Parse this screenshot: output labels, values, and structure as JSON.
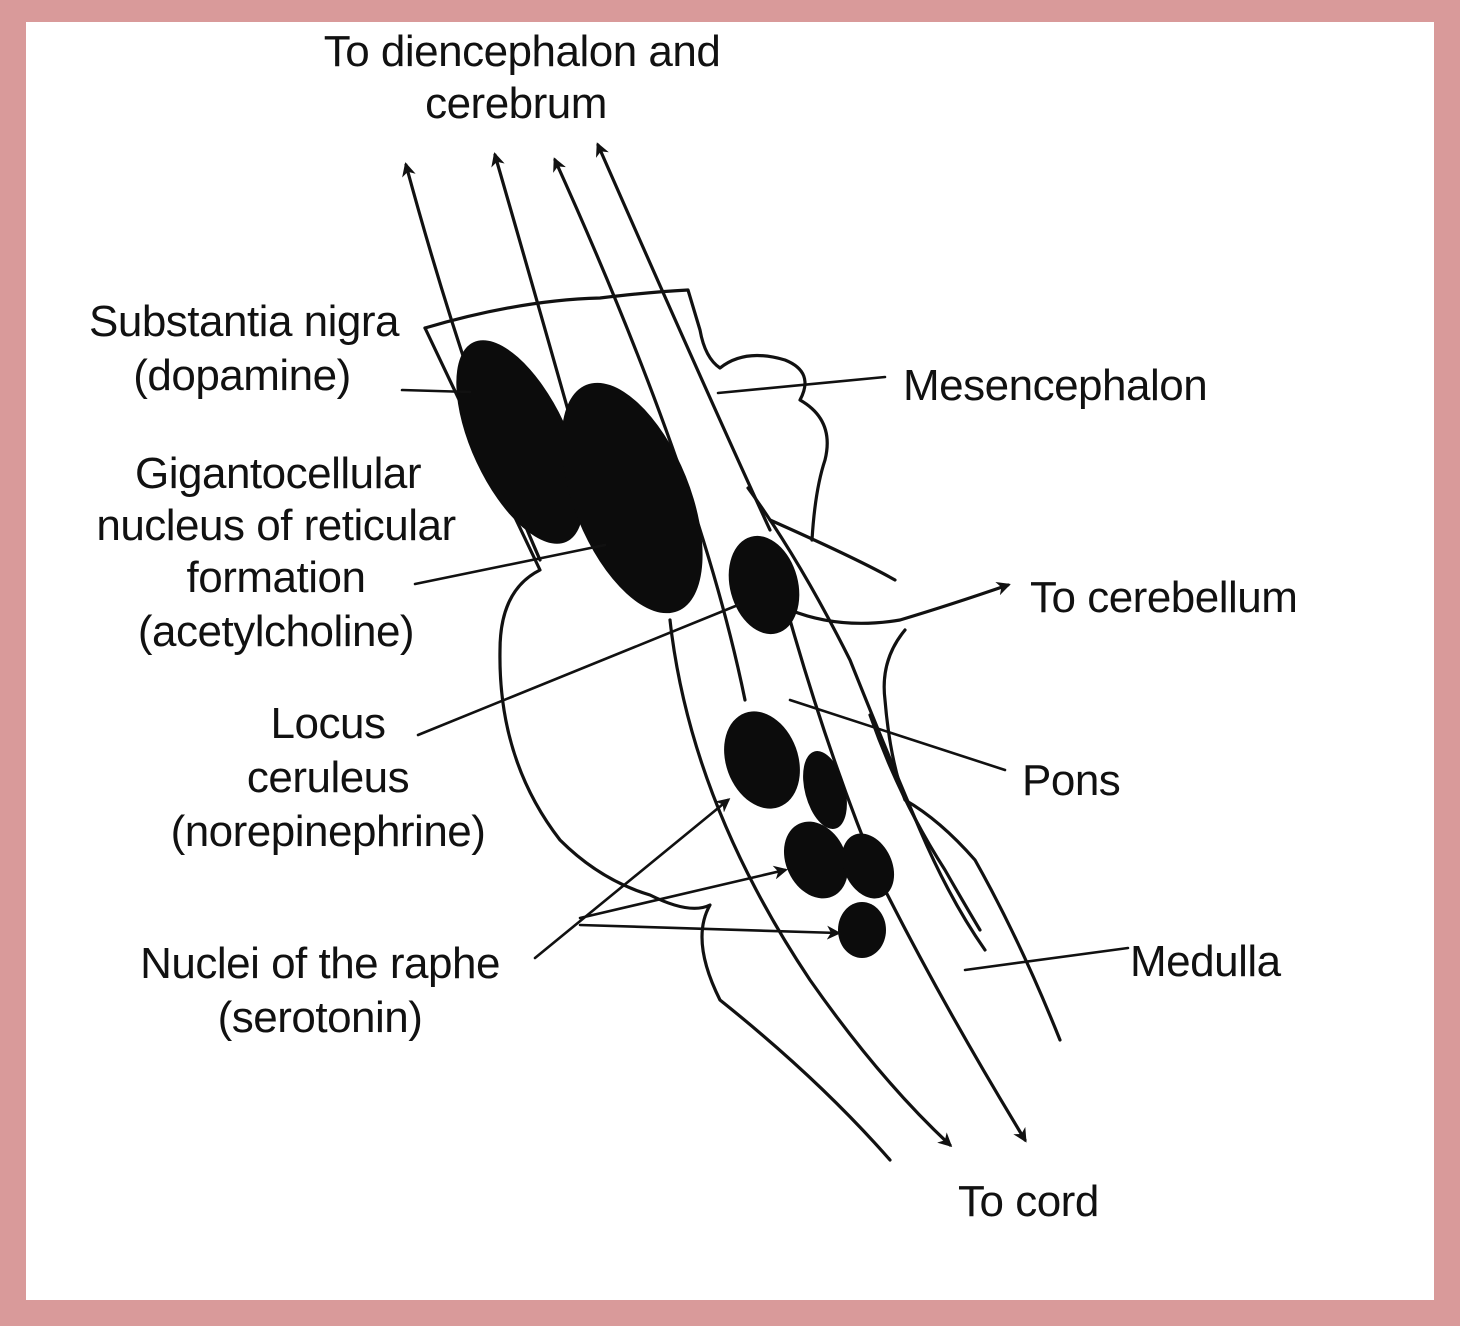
{
  "labels": {
    "top_line1": "To diencephalon and",
    "top_line2": "cerebrum",
    "substantia_line1": "Substantia nigra",
    "substantia_line2": "(dopamine)",
    "giganto_line1": "Gigantocellular",
    "giganto_line2": "nucleus of reticular",
    "giganto_line3": "formation",
    "giganto_line4": "(acetylcholine)",
    "locus_line1": "Locus",
    "locus_line2": "ceruleus",
    "locus_line3": "(norepinephrine)",
    "raphe_line1": "Nuclei of the raphe",
    "raphe_line2": "(serotonin)",
    "mesencephalon": "Mesencephalon",
    "cerebellum": "To cerebellum",
    "pons": "Pons",
    "medulla": "Medulla",
    "cord": "To cord"
  },
  "colors": {
    "frame": "#d99a9a",
    "ink": "#111111",
    "background": "#ffffff"
  }
}
